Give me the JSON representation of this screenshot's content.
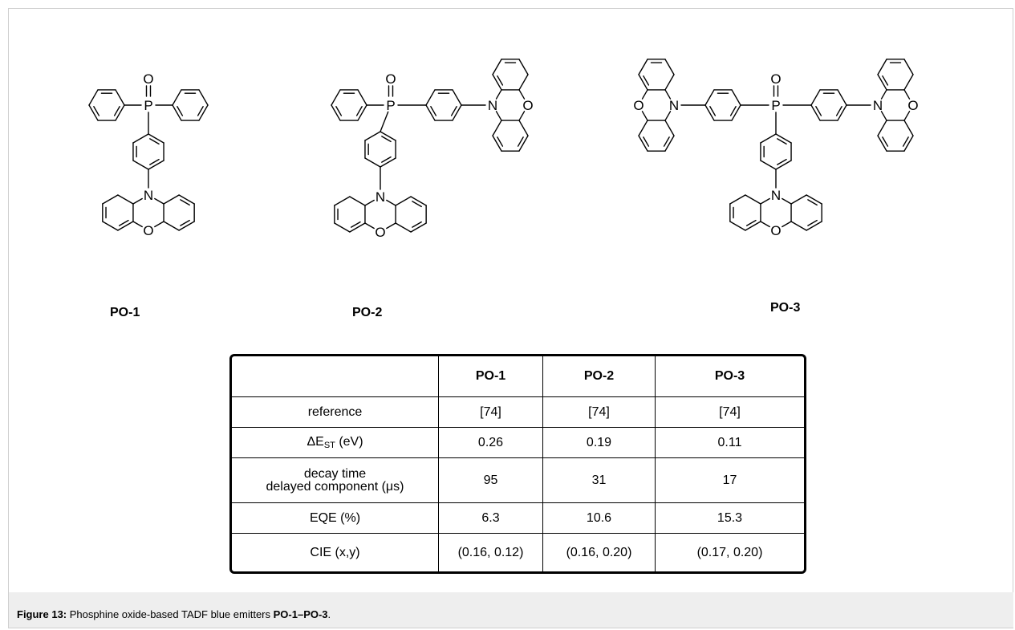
{
  "structures": {
    "atoms": {
      "phosphorus": "P",
      "oxygen": "O",
      "nitrogen": "N"
    },
    "compounds": [
      "PO-1",
      "PO-2",
      "PO-3"
    ]
  },
  "table": {
    "columns": [
      "",
      "PO-1",
      "PO-2",
      "PO-3"
    ],
    "rows": [
      {
        "label": "reference",
        "values": [
          "[74]",
          "[74]",
          "[74]"
        ]
      },
      {
        "label_prefix": "ΔE",
        "label_sub": "ST",
        "label_suffix": " (eV)",
        "values": [
          "0.26",
          "0.19",
          "0.11"
        ]
      },
      {
        "label_line1": "decay time",
        "label_line2": "delayed component (μs)",
        "values": [
          "95",
          "31",
          "17"
        ]
      },
      {
        "label": "EQE (%)",
        "values": [
          "6.3",
          "10.6",
          "15.3"
        ]
      },
      {
        "label": "CIE (x,y)",
        "values": [
          "(0.16, 0.12)",
          "(0.16, 0.20)",
          "(0.17, 0.20)"
        ]
      }
    ]
  },
  "caption": {
    "prefix": "Figure 13:",
    "text_before": " Phosphine oxide-based TADF blue emitters ",
    "bold_range": "PO-1–PO-3",
    "text_after": "."
  }
}
